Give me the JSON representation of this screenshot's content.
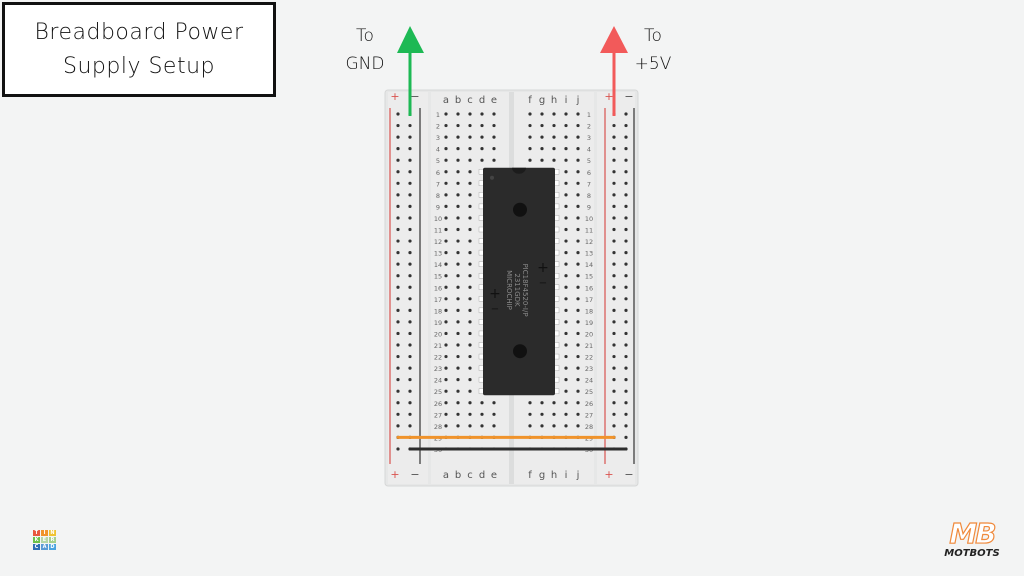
{
  "title": {
    "line1": "Breadboard Power",
    "line2": "Supply Setup"
  },
  "arrows": {
    "gnd": {
      "line1": "To",
      "line2": "GND",
      "color": "#1db954"
    },
    "vcc": {
      "line1": "To",
      "line2": "+5V",
      "color": "#f25a5a"
    }
  },
  "breadboard": {
    "rows": 30,
    "left_columns": [
      "a",
      "b",
      "c",
      "d",
      "e"
    ],
    "right_columns": [
      "f",
      "g",
      "h",
      "i",
      "j"
    ],
    "rail_plus": "+",
    "rail_minus": "−",
    "rail_plus_color": "#d9534f",
    "rail_minus_color": "#333333",
    "body_color": "#e6e7e7"
  },
  "chip": {
    "part": "PIC18F4520-I/P",
    "lot": "2311GDK",
    "maker": "MICROCHIP",
    "pins_per_side": 20,
    "top_row": 6,
    "color": "#2b2b2b"
  },
  "wires": [
    {
      "name": "orange-jumper",
      "row": 29,
      "color": "#f0932b"
    },
    {
      "name": "black-jumper",
      "row": 30,
      "color": "#2d2d2d"
    }
  ],
  "logos": {
    "tinkercad": [
      "T",
      "I",
      "N",
      "K",
      "E",
      "R",
      "C",
      "A",
      "D"
    ],
    "tinkercad_colors": [
      "#e8573f",
      "#f0932b",
      "#f0c330",
      "#6cc04a",
      "#b6d7a8",
      "#a7d08c",
      "#2e6db4",
      "#5b9bd5",
      "#4aa3df"
    ],
    "motbots_mark": "MB",
    "motbots_name": "MOTBOTS"
  }
}
